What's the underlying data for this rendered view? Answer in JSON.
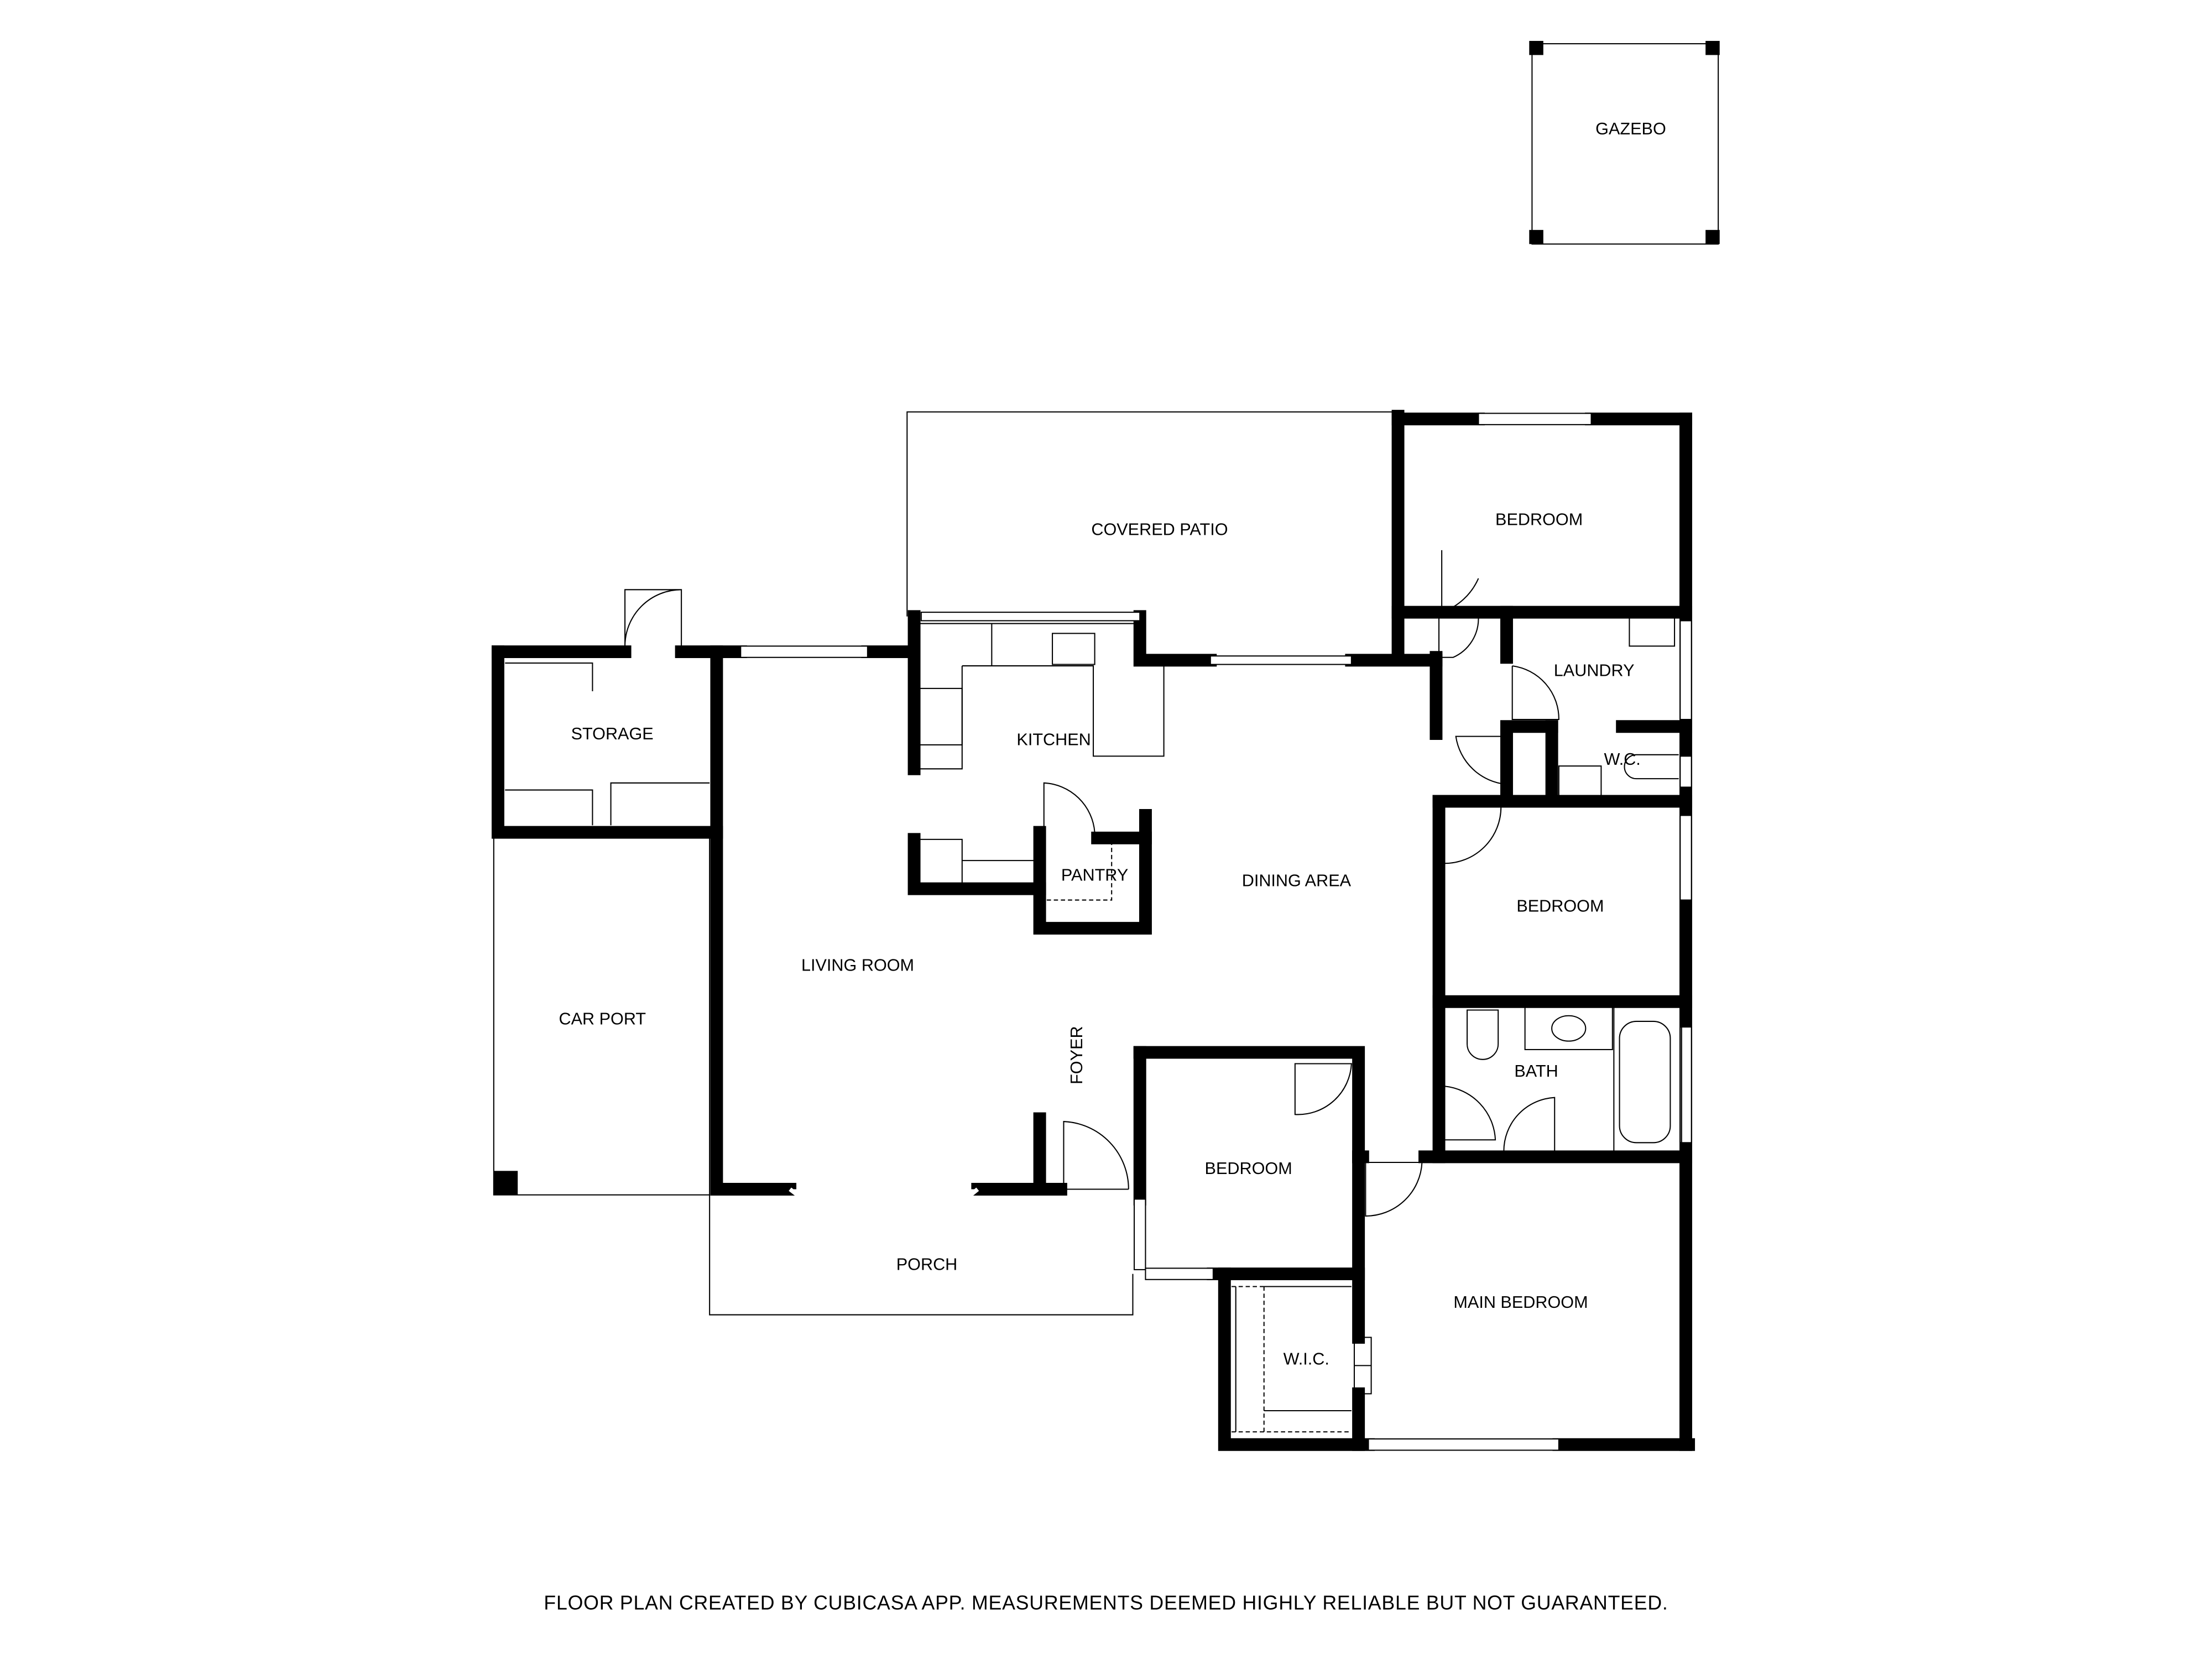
{
  "rooms": {
    "gazebo": "GAZEBO",
    "covered_patio": "COVERED PATIO",
    "bedroom_ne": "BEDROOM",
    "laundry": "LAUNDRY",
    "wc": "W.C.",
    "storage": "STORAGE",
    "kitchen": "KITCHEN",
    "pantry": "PANTRY",
    "dining_area": "DINING AREA",
    "bedroom_e": "BEDROOM",
    "living_room": "LIVING ROOM",
    "car_port": "CAR PORT",
    "foyer": "FOYER",
    "bath": "BATH",
    "bedroom_s": "BEDROOM",
    "main_bedroom": "MAIN BEDROOM",
    "porch": "PORCH",
    "wic": "W.I.C."
  },
  "footer": "FLOOR PLAN CREATED BY CUBICASA APP. MEASUREMENTS DEEMED HIGHLY RELIABLE BUT NOT GUARANTEED."
}
